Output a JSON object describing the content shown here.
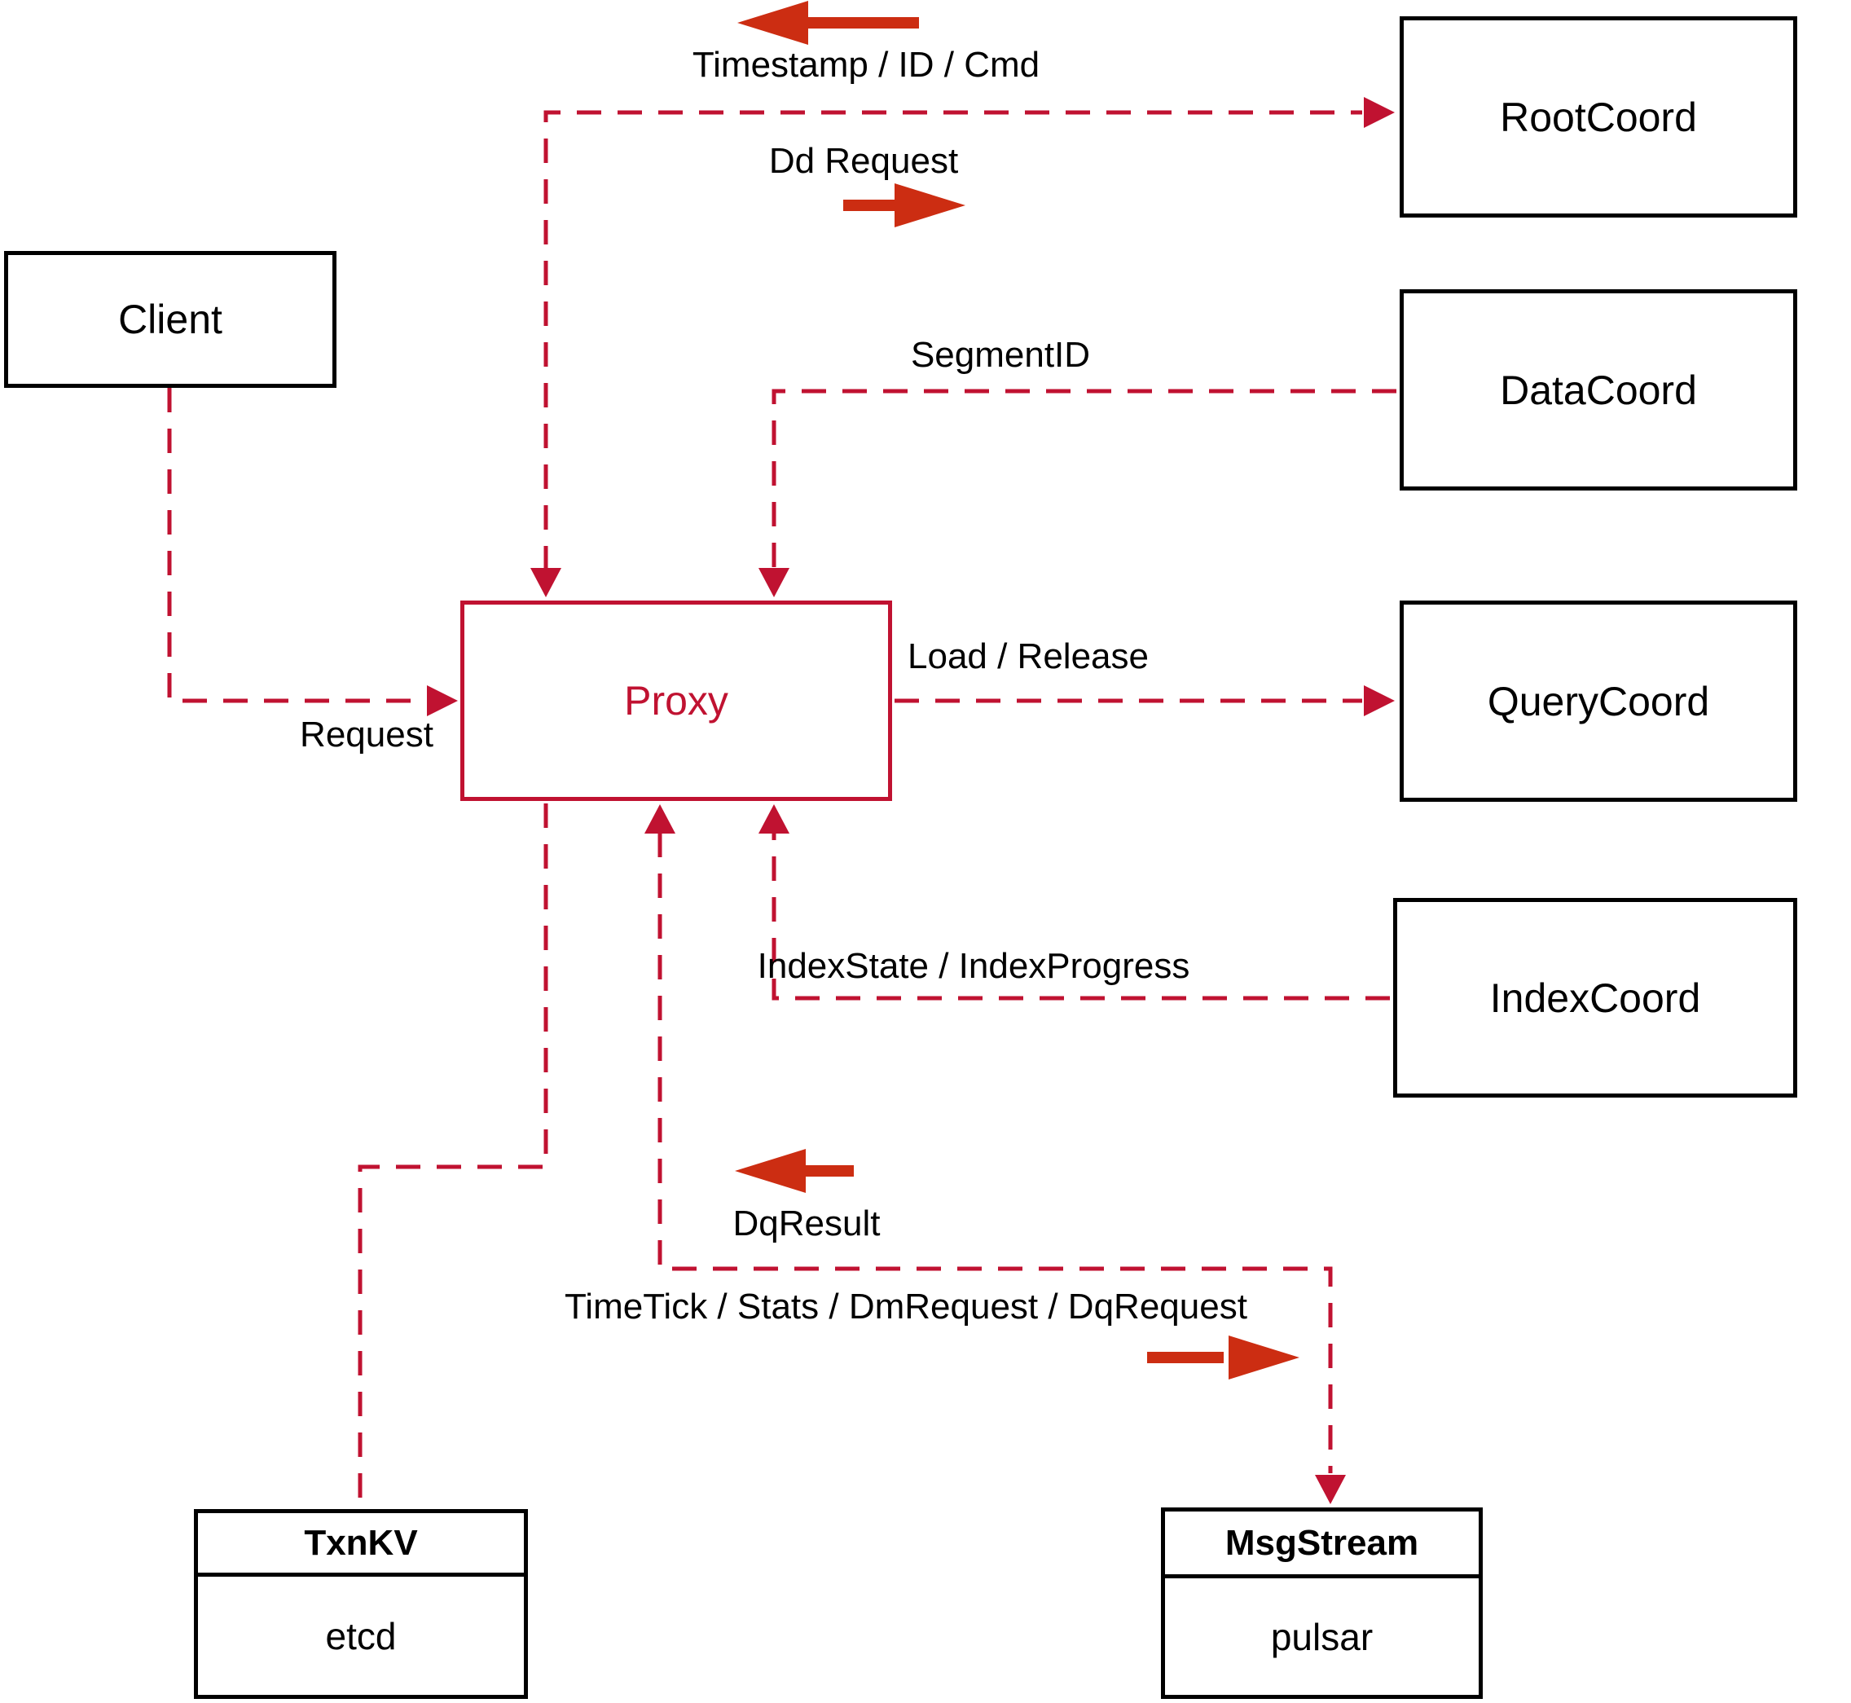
{
  "nodes": {
    "client": {
      "label": "Client"
    },
    "proxy": {
      "label": "Proxy"
    },
    "root_coord": {
      "label": "RootCoord"
    },
    "data_coord": {
      "label": "DataCoord"
    },
    "query_coord": {
      "label": "QueryCoord"
    },
    "index_coord": {
      "label": "IndexCoord"
    },
    "txn_kv": {
      "title": "TxnKV",
      "subtitle": "etcd"
    },
    "msg_stream": {
      "title": "MsgStream",
      "subtitle": "pulsar"
    }
  },
  "edge_labels": {
    "request": "Request",
    "timestamp_id_cmd": "Timestamp / ID / Cmd",
    "dd_request": "Dd Request",
    "segment_id": "SegmentID",
    "load_release": "Load / Release",
    "index_state": "IndexState / IndexProgress",
    "dq_result": "DqResult",
    "time_tick": "TimeTick / Stats / DmRequest / DqRequest"
  },
  "colors": {
    "dashed_line": "#c01231",
    "solid_arrow": "#cc2d12",
    "box_border": "#000000",
    "text": "#000000",
    "proxy_accent": "#c01231",
    "background": "#ffffff"
  }
}
